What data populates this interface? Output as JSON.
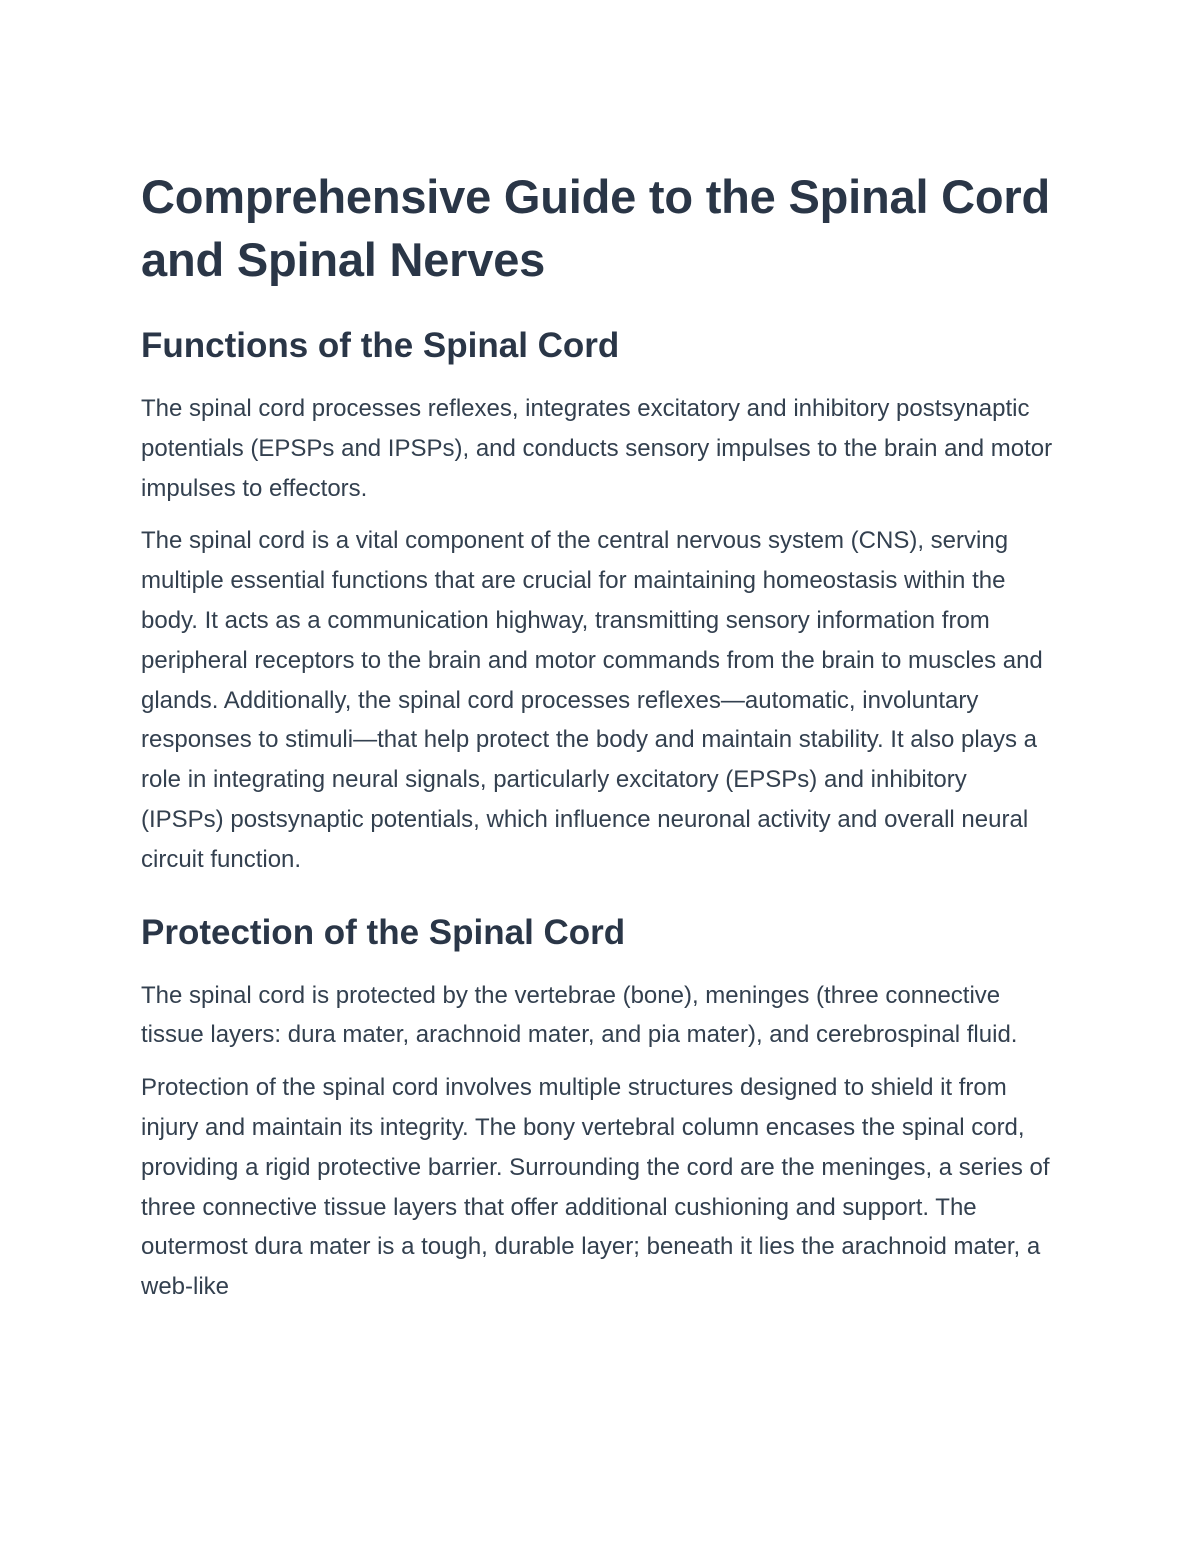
{
  "document": {
    "title": "Comprehensive Guide to the Spinal Cord and Spinal Nerves",
    "sections": [
      {
        "heading": "Functions of the Spinal Cord",
        "paragraphs": [
          "The spinal cord processes reflexes, integrates excitatory and inhibitory postsynaptic potentials (EPSPs and IPSPs), and conducts sensory impulses to the brain and motor impulses to effectors.",
          "The spinal cord is a vital component of the central nervous system (CNS), serving multiple essential functions that are crucial for maintaining homeostasis within the body. It acts as a communication highway, transmitting sensory information from peripheral receptors to the brain and motor commands from the brain to muscles and glands. Additionally, the spinal cord processes reflexes—automatic, involuntary responses to stimuli—that help protect the body and maintain stability. It also plays a role in integrating neural signals, particularly excitatory (EPSPs) and inhibitory (IPSPs) postsynaptic potentials, which influence neuronal activity and overall neural circuit function."
        ]
      },
      {
        "heading": "Protection of the Spinal Cord",
        "paragraphs": [
          "The spinal cord is protected by the vertebrae (bone), meninges (three connective tissue layers: dura mater, arachnoid mater, and pia mater), and cerebrospinal fluid.",
          "Protection of the spinal cord involves multiple structures designed to shield it from injury and maintain its integrity. The bony vertebral column encases the spinal cord, providing a rigid protective barrier. Surrounding the cord are the meninges, a series of three connective tissue layers that offer additional cushioning and support. The outermost dura mater is a tough, durable layer; beneath it lies the arachnoid mater, a web-like"
        ]
      }
    ]
  }
}
